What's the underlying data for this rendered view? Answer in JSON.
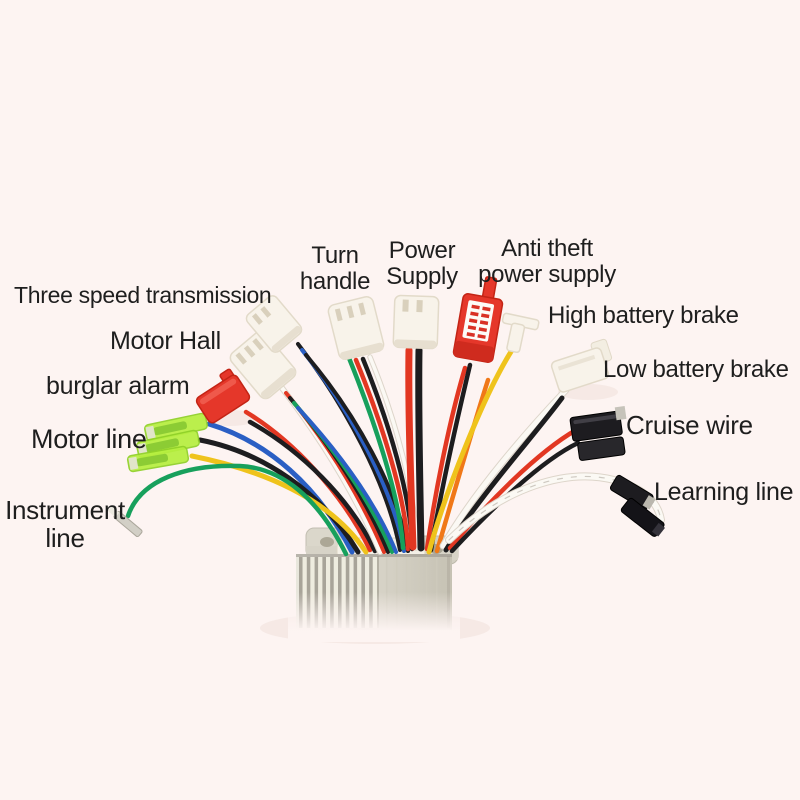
{
  "labels": {
    "three_speed": "Three speed transmission",
    "motor_hall": "Motor Hall",
    "burglar_alarm": "burglar alarm",
    "motor_line": "Motor line",
    "instrument_line": "Instrument line",
    "turn_handle": "Turn handle",
    "power_supply": "Power Supply",
    "anti_theft": "Anti theft power supply",
    "high_battery_brake": "High battery brake",
    "low_battery_brake": "Low battery brake",
    "cruise_wire": "Cruise wire",
    "learning_line": "Learning line"
  },
  "colors": {
    "background": "#fdf4f2",
    "label_text": "#1e1e1e",
    "wire_red": "#e23722",
    "wire_black": "#1d1d1f",
    "wire_blue": "#2a5fc4",
    "wire_green": "#17a05c",
    "wire_yellow": "#efc31c",
    "wire_orange": "#f07818",
    "wire_white": "#fbf9f4",
    "connector_white": "#f8f3ea",
    "connector_red": "#e5372a",
    "terminal_green": "#b6ef3f",
    "connector_black": "#1d1c20",
    "body_silver": "#d6d2c6"
  }
}
